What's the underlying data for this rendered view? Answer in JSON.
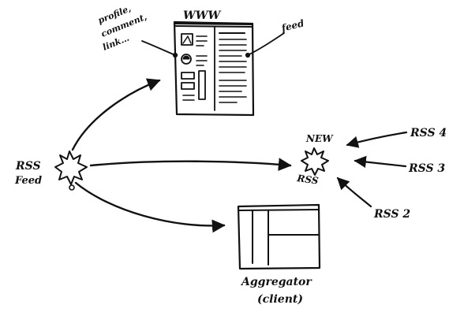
{
  "labels": {
    "rss_feed_line1": "RSS",
    "rss_feed_line2": "Feed",
    "website_header": "WWW",
    "website_annotation_line1": "profile,",
    "website_annotation_line2": "comment,",
    "website_annotation_line3": "link…",
    "website_feed_annotation": "feed",
    "new_feed_label": "NEW",
    "new_feed_type": "RSS",
    "rss_source_4": "RSS 4",
    "rss_source_3": "RSS 3",
    "rss_source_2": "RSS 2",
    "aggregator_line1": "Aggregator",
    "aggregator_line2": "(client)"
  },
  "icons": {
    "burst": "burst-icon",
    "website": "website-icon",
    "aggregator": "aggregator-window-icon"
  }
}
